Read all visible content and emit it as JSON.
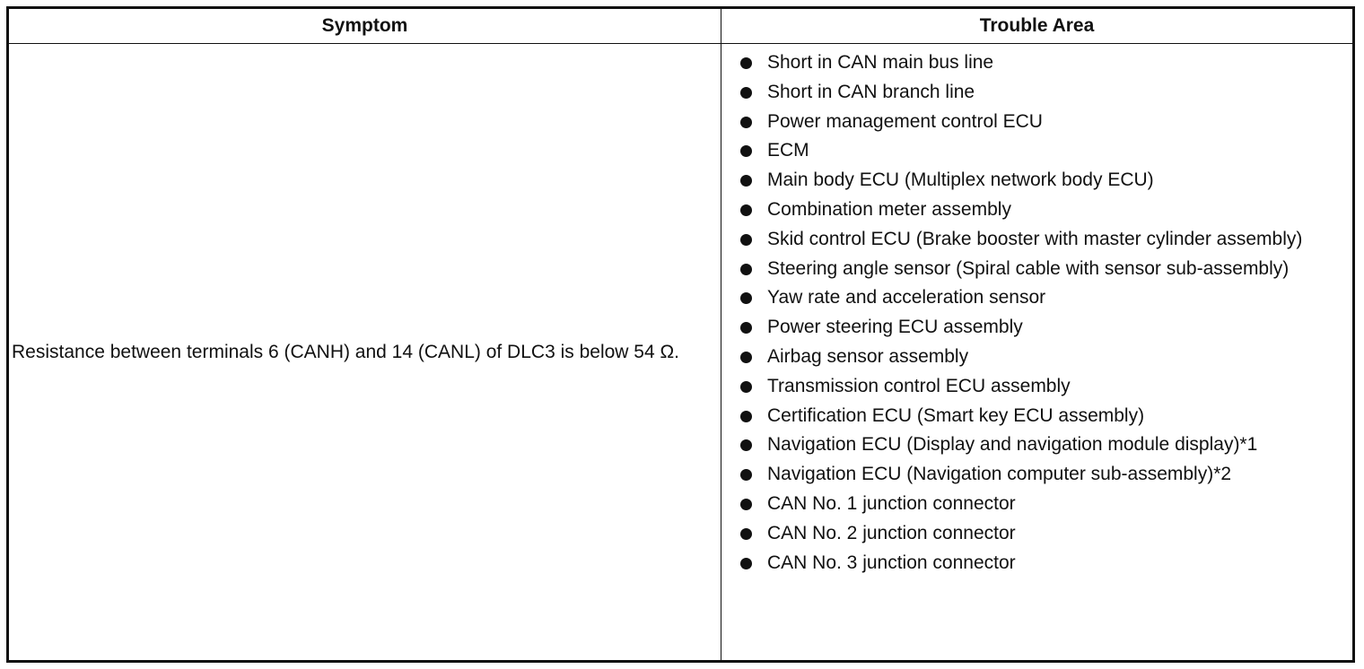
{
  "table": {
    "headers": [
      "Symptom",
      "Trouble Area"
    ],
    "symptom": "Resistance between terminals 6 (CANH) and 14 (CANL) of DLC3 is below 54 Ω.",
    "trouble_areas": [
      "Short in CAN main bus line",
      "Short in CAN branch line",
      "Power management control ECU",
      "ECM",
      "Main body ECU (Multiplex network body ECU)",
      "Combination meter assembly",
      "Skid control ECU (Brake booster with master cylinder assembly)",
      "Steering angle sensor (Spiral cable with sensor sub-assembly)",
      "Yaw rate and acceleration sensor",
      "Power steering ECU assembly",
      "Airbag sensor assembly",
      "Transmission control ECU assembly",
      "Certification ECU (Smart key ECU assembly)",
      "Navigation ECU (Display and navigation module display)*1",
      "Navigation ECU (Navigation computer sub-assembly)*2",
      "CAN No. 1 junction connector",
      "CAN No. 2 junction connector",
      "CAN No. 3 junction connector"
    ]
  }
}
